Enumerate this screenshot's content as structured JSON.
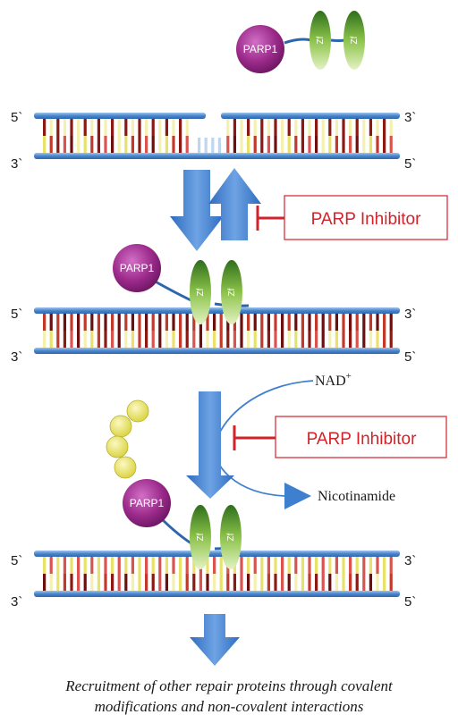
{
  "strand_labels": {
    "five_prime": "5`",
    "three_prime": "3`"
  },
  "protein": {
    "parp_label": "PARP1",
    "zf_label": "Zf"
  },
  "inhibitor": {
    "label": "PARP Inhibitor"
  },
  "reaction": {
    "nad": "NAD",
    "nad_charge": "+",
    "nicotinamide": "Nicotinamide"
  },
  "caption": {
    "line1": "Recruitment of other repair proteins through covalent",
    "line2": "modifications and  non-covalent interactions"
  },
  "colors": {
    "parp": "#9b2a8a",
    "zf": "#5a9a2a",
    "backbone": "#5b95d6",
    "arrow": "#3f7fcf",
    "inhibitor": "#d3222a",
    "par_chain": "#e8e25a"
  }
}
